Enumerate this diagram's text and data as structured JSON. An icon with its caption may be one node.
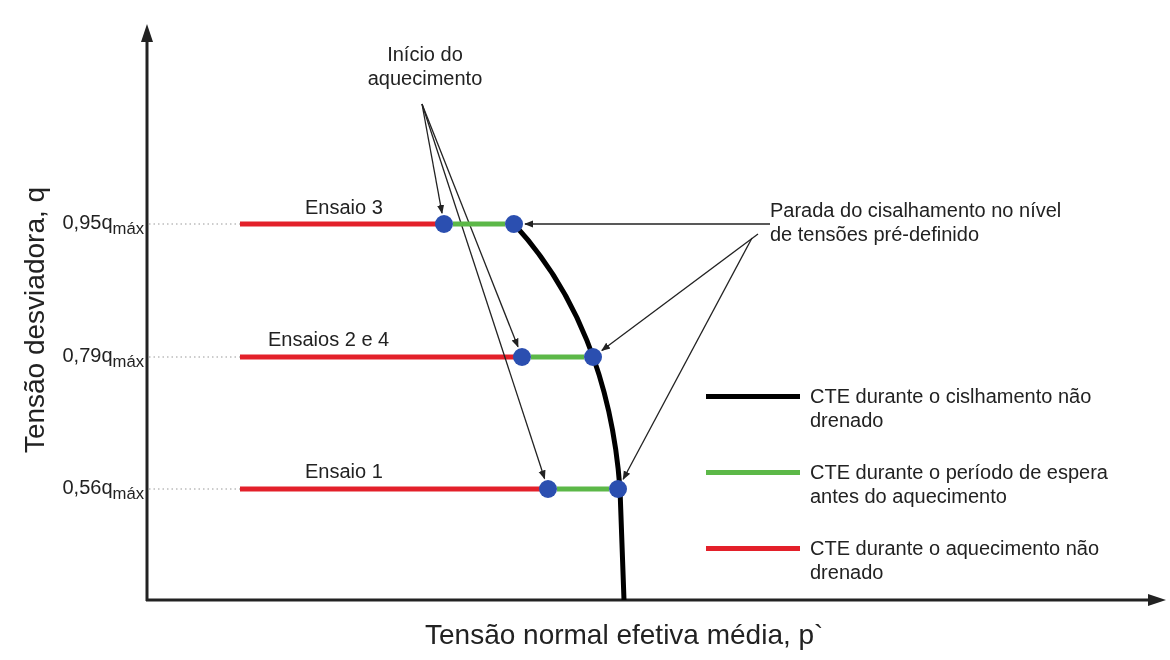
{
  "diagram": {
    "nodes": [
      {
        "text": [
          "Início do aquecimento"
        ]
      },
      {
        "text": [
          "Parada do cisalhamento no nível de tensões pré-definido"
        ]
      },
      {
        "text": [],
        "shape": "circle"
      },
      {
        "text": [],
        "shape": "circle"
      },
      {
        "text": [],
        "shape": "circle"
      },
      {
        "text": [],
        "shape": "circle"
      },
      {
        "text": [],
        "shape": "circle"
      },
      {
        "text": [],
        "shape": "circle"
      }
    ],
    "edges": [
      {
        "from": 0,
        "to": 2,
        "arrow": "to"
      },
      {
        "from": 0,
        "to": 4,
        "arrow": "to"
      },
      {
        "from": 0,
        "to": 6,
        "arrow": "to"
      },
      {
        "from": 1,
        "to": 3,
        "arrow": "to"
      },
      {
        "from": 1,
        "to": 5,
        "arrow": "to"
      },
      {
        "from": 1,
        "to": 7,
        "arrow": "to"
      },
      {
        "from": 2,
        "to": 3,
        "arrow": "none",
        "style": "thick",
        "color": "#5cb848"
      },
      {
        "from": 4,
        "to": 5,
        "arrow": "none",
        "style": "thick",
        "color": "#5cb848"
      },
      {
        "from": 6,
        "to": 7,
        "arrow": "none",
        "style": "thick",
        "color": "#5cb848"
      }
    ],
    "labels": [
      "Ensaio 3",
      "0,95q$_{máx}$",
      "Ensaios 2 e 4",
      "0,79q$_{máx}$",
      "Ensaio 1",
      "0,56q$_{máx}$",
      "Tensão desviadora, q",
      "Tensão normal efetiva média, p`"
    ],
    "legend": [
      {
        "text": "CTE durante o cislhamento não drenado",
        "color": "#000000"
      },
      {
        "text": "CTE durante o período de espera antes do aquecimento",
        "color": "#5cb848"
      },
      {
        "text": "CTE durante o aquecimento não drenado",
        "color": "#e3202a"
      }
    ]
  }
}
